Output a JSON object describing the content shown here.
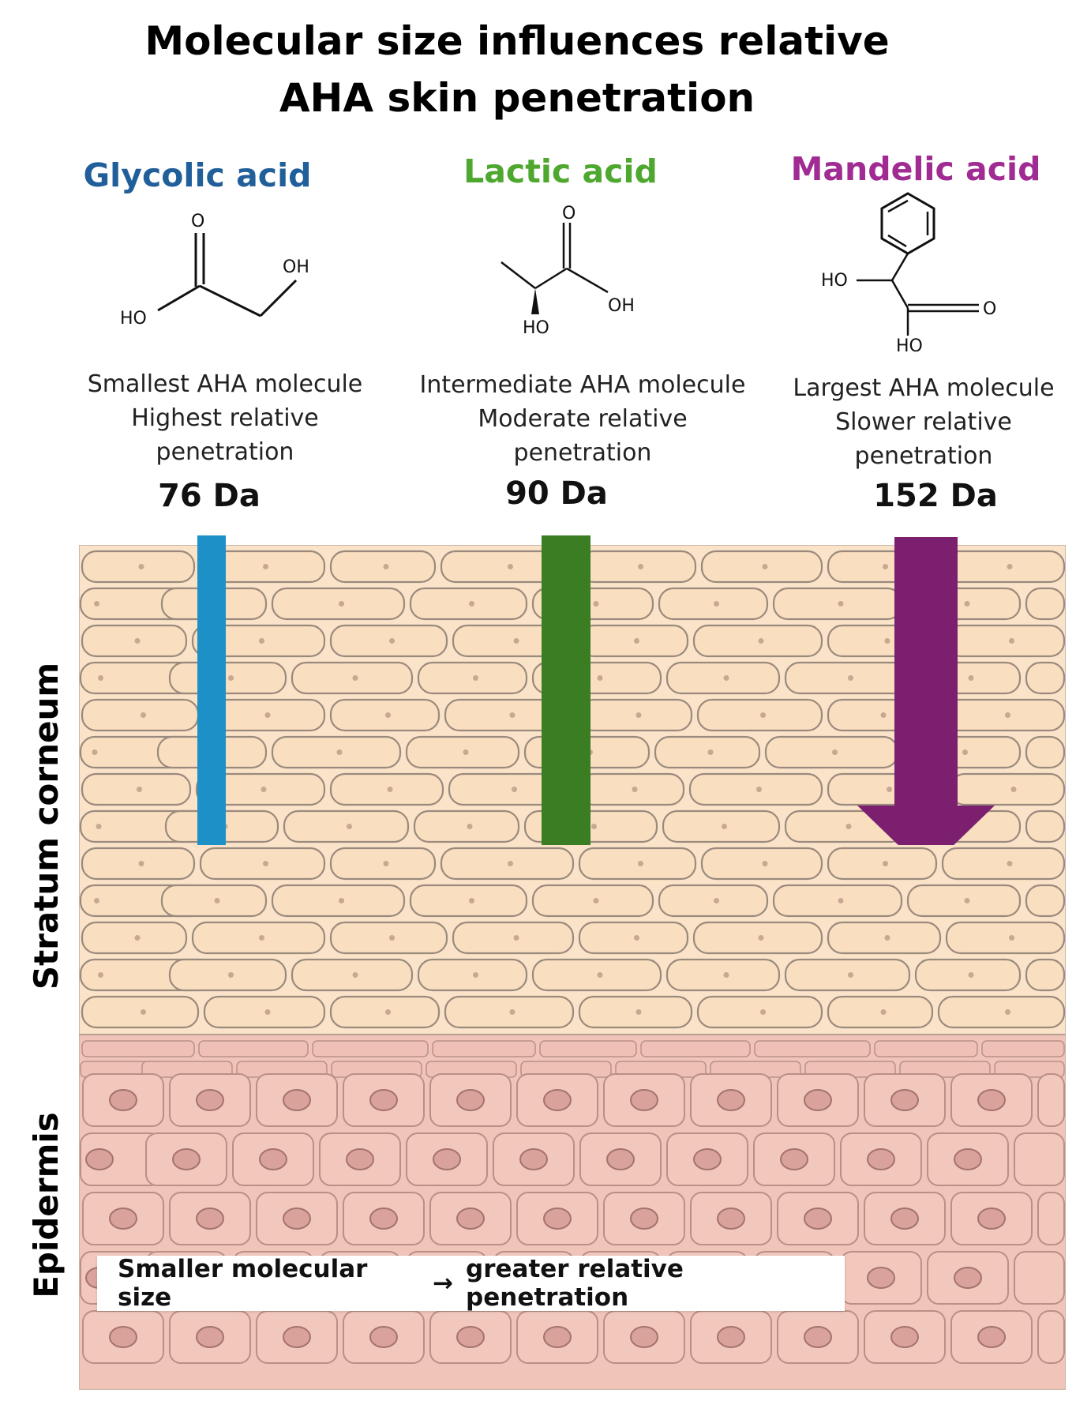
{
  "title": {
    "line1": "Molecular size influences relative",
    "line2": "AHA skin penetration"
  },
  "acids": [
    {
      "name": "Glycolic acid",
      "color": "#215F9A",
      "desc": [
        "Smallest AHA molecule",
        "Highest relative",
        "penetration"
      ],
      "mass": "76 Da",
      "arrow_color": "#1E90C8"
    },
    {
      "name": "Lactic acid",
      "color": "#4EA72E",
      "desc": [
        "Intermediate AHA molecule",
        "Moderate relative",
        "penetration"
      ],
      "mass": "90 Da",
      "arrow_color": "#3A7D22"
    },
    {
      "name": "Mandelic acid",
      "color": "#A02B93",
      "desc": [
        "Largest AHA molecule",
        "Slower relative",
        "penetration"
      ],
      "mass": "152 Da",
      "arrow_color": "#7B1F6E"
    }
  ],
  "molecules": {
    "glycolic": {
      "o": "O",
      "oh": "OH",
      "ho": "HO"
    },
    "lactic": {
      "o": "O",
      "oh": "OH",
      "ho": "HO"
    },
    "mandelic": {
      "o": "O",
      "ho_top": "HO",
      "ho_bottom": "HO"
    }
  },
  "layers": {
    "stratum": "Stratum corneum",
    "epidermis": "Epidermis",
    "stratum_color": "#FAE3C8",
    "epidermis_color": "#F1C4BA"
  },
  "callout": {
    "left": "Smaller molecular size",
    "arrow": "→",
    "right": "greater relative penetration"
  }
}
